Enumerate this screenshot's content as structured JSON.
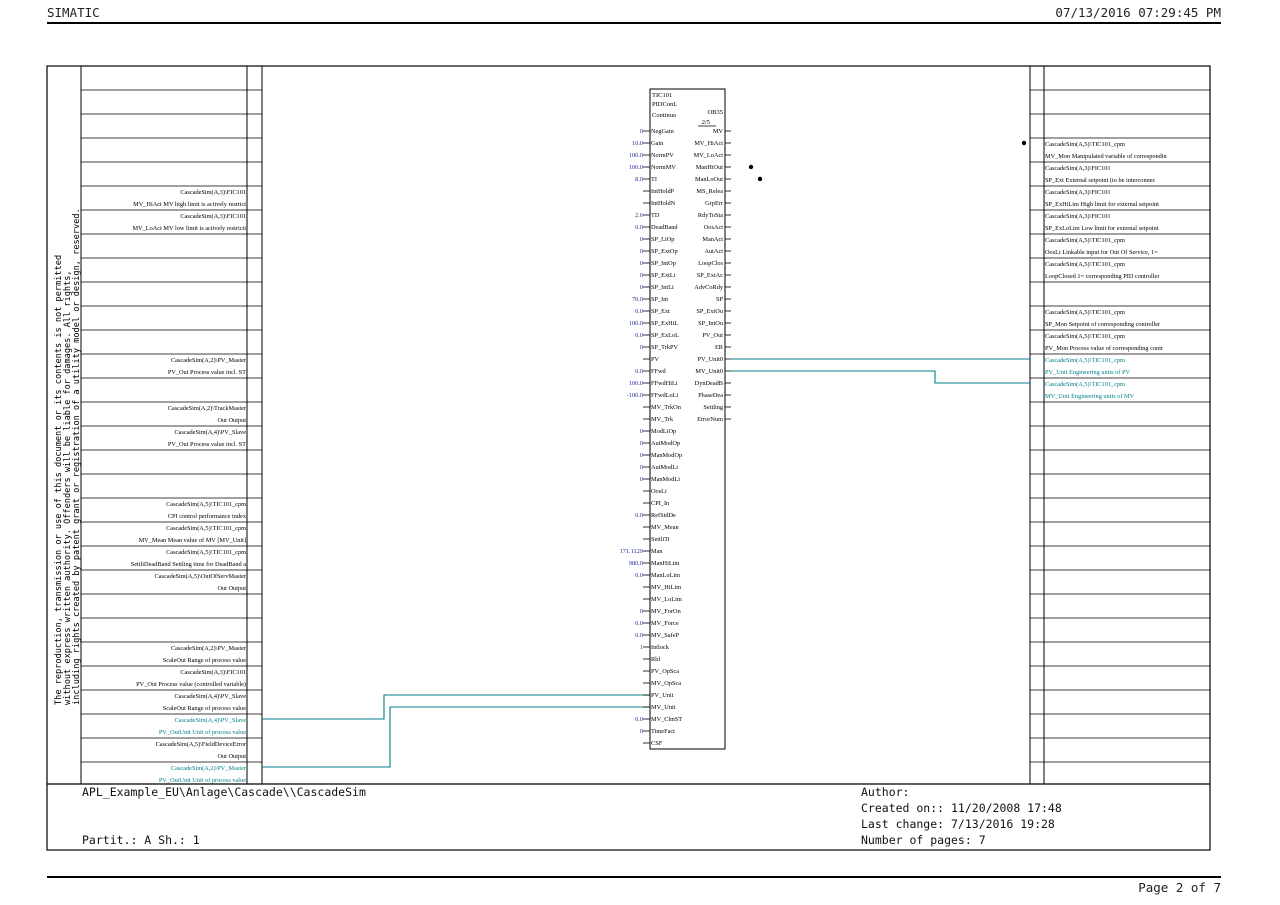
{
  "header": {
    "left": "SIMATIC",
    "right": "07/13/2016 07:29:45 PM"
  },
  "disclaimer": [
    "The reproduction, transmission or use of this document or its contents is not permitted",
    "without express written authority. Offenders will be liable for damages. All rights,",
    "including rights created by patent grant or registration of a utility model or design, reserved."
  ],
  "block": {
    "name": "TIC101",
    "type": "PIDConL",
    "comment": "Continuo",
    "ob": "OB35",
    "run_seq": "2/5",
    "inputs": [
      {
        "pin": "NegGain",
        "value": "0"
      },
      {
        "pin": "Gain",
        "value": "10.0"
      },
      {
        "pin": "NormPV",
        "value": "100.0"
      },
      {
        "pin": "NormMV",
        "value": "100.0"
      },
      {
        "pin": "TI",
        "value": "8.0"
      },
      {
        "pin": "IntHoldP",
        "value": ""
      },
      {
        "pin": "IntHoldN",
        "value": ""
      },
      {
        "pin": "TD",
        "value": "2.6"
      },
      {
        "pin": "DeadBand",
        "value": "0.0"
      },
      {
        "pin": "SP_LiOp",
        "value": "0"
      },
      {
        "pin": "SP_ExtOp",
        "value": "0"
      },
      {
        "pin": "SP_IntOp",
        "value": "0"
      },
      {
        "pin": "SP_ExtLi",
        "value": "0"
      },
      {
        "pin": "SP_IntLi",
        "value": "0"
      },
      {
        "pin": "SP_Int",
        "value": "70.0"
      },
      {
        "pin": "SP_Ext",
        "value": "0.0"
      },
      {
        "pin": "SP_ExHiL",
        "value": "100.0"
      },
      {
        "pin": "SP_ExLoL",
        "value": "0.0"
      },
      {
        "pin": "SP_TrkPV",
        "value": "0"
      },
      {
        "pin": "PV",
        "value": ""
      },
      {
        "pin": "FFwd",
        "value": "0.0"
      },
      {
        "pin": "FFwdHiLi",
        "value": "100.0"
      },
      {
        "pin": "FFwdLoLi",
        "value": "-100.0"
      },
      {
        "pin": "MV_TrkOn",
        "value": ""
      },
      {
        "pin": "MV_Trk",
        "value": ""
      },
      {
        "pin": "ModLiOp",
        "value": "0"
      },
      {
        "pin": "AutModOp",
        "value": "0"
      },
      {
        "pin": "ManModOp",
        "value": "0"
      },
      {
        "pin": "AutModLi",
        "value": "0"
      },
      {
        "pin": "ManModLi",
        "value": "0"
      },
      {
        "pin": "OosLi",
        "value": ""
      },
      {
        "pin": "CPI_In",
        "value": ""
      },
      {
        "pin": "RefStdDe",
        "value": "0.0"
      },
      {
        "pin": "MV_Mean",
        "value": ""
      },
      {
        "pin": "SettliTi",
        "value": ""
      },
      {
        "pin": "Man",
        "value": "171.1129"
      },
      {
        "pin": "ManHiLim",
        "value": "980.0"
      },
      {
        "pin": "ManLoLim",
        "value": "0.0"
      },
      {
        "pin": "MV_HiLim",
        "value": ""
      },
      {
        "pin": "MV_LoLim",
        "value": ""
      },
      {
        "pin": "MV_ForOn",
        "value": "0"
      },
      {
        "pin": "MV_Force",
        "value": "0.0"
      },
      {
        "pin": "MV_SafeP",
        "value": "0.0"
      },
      {
        "pin": "Intlock",
        "value": "1"
      },
      {
        "pin": "Rbl",
        "value": ""
      },
      {
        "pin": "PV_OpSca",
        "value": ""
      },
      {
        "pin": "MV_OpSca",
        "value": ""
      },
      {
        "pin": "PV_Unit",
        "value": ""
      },
      {
        "pin": "MV_Unit",
        "value": ""
      },
      {
        "pin": "MV_ChnST",
        "value": "0.0"
      },
      {
        "pin": "TimeFact",
        "value": "0"
      },
      {
        "pin": "CSF",
        "value": ""
      }
    ],
    "outputs": [
      "MV",
      "MV_HiAct",
      "MV_LoAct",
      "ManHiOut",
      "ManLoOut",
      "MS_Relea",
      "GrpErr",
      "RdyToSta",
      "OosAct",
      "ManAct",
      "AutAct",
      "LoopClos",
      "SP_ExtAc",
      "AdvCoRdy",
      "SP",
      "SP_ExtOu",
      "SP_IntOu",
      "PV_Out",
      "ER",
      "PV_Unit0",
      "MV_Unit0",
      "DynDeadB",
      "PhaseDea",
      "Settling",
      "ErrorNum"
    ]
  },
  "left_refs": [
    {
      "line1": "CascadeSim(A,3)\\FIC101",
      "line2": "MV_HiAct MV high limit is actively restrict",
      "teal": false
    },
    {
      "line1": "CascadeSim(A,3)\\FIC101",
      "line2": "MV_LoAct MV low limit is actively restricti",
      "teal": false
    },
    {
      "line1": "CascadeSim(A,2)\\PV_Master",
      "line2": "PV_Out Process value incl. ST",
      "teal": false
    },
    {
      "line1": "CascadeSim(A,2)\\TrackMaster",
      "line2": "Out Output",
      "teal": false
    },
    {
      "line1": "CascadeSim(A,4)\\PV_Slave",
      "line2": "PV_Out Process value incl. ST",
      "teal": false
    },
    {
      "line1": "CascadeSim(A,5)\\TIC101_cpm",
      "line2": "CPI control performance index",
      "teal": false
    },
    {
      "line1": "CascadeSim(A,5)\\TIC101_cpm",
      "line2": "MV_Mean Mean value of MV [MV_Unit]",
      "teal": false
    },
    {
      "line1": "CascadeSim(A,5)\\TIC101_cpm",
      "line2": "SettliDeadBand Settling time for DeadBand a",
      "teal": false
    },
    {
      "line1": "CascadeSim(A,5)\\OutOfServMaster",
      "line2": "Out Output",
      "teal": false
    },
    {
      "line1": "CascadeSim(A,2)\\PV_Master",
      "line2": "ScaleOut Range of process value",
      "teal": false
    },
    {
      "line1": "CascadeSim(A,3)\\FIC101",
      "line2": "PV_Out Process value (controlled variable)",
      "teal": false
    },
    {
      "line1": "CascadeSim(A,4)\\PV_Slave",
      "line2": "ScaleOut Range of process value",
      "teal": false
    },
    {
      "line1": "CascadeSim(A,4)\\PV_Slave",
      "line2": "PV_OutUnit Unit of process value",
      "teal": true
    },
    {
      "line1": "CascadeSim(A,5)\\FieldDeviceError",
      "line2": "Out Output",
      "teal": false
    },
    {
      "line1": "CascadeSim(A,2)\\PV_Master",
      "line2": "PV_OutUnit Unit of process value",
      "teal": true
    }
  ],
  "right_refs": [
    {
      "line1": "CascadeSim(A,5)\\TIC101_cpm",
      "line2": "MV_Mon Manipulated variable of correspondin",
      "teal": false
    },
    {
      "line1": "CascadeSim(A,3)\\FIC101",
      "line2": "SP_Ext External setpoint (to be interconnec",
      "teal": false
    },
    {
      "line1": "CascadeSim(A,3)\\FIC101",
      "line2": "SP_ExHiLim High limit for external setpoint",
      "teal": false
    },
    {
      "line1": "CascadeSim(A,3)\\FIC101",
      "line2": "SP_ExLoLim Low limit for external setpoint",
      "teal": false
    },
    {
      "line1": "CascadeSim(A,5)\\TIC101_cpm",
      "line2": "OosLi Linkable input for Out Of Service, 1=",
      "teal": false
    },
    {
      "line1": "CascadeSim(A,5)\\TIC101_cpm",
      "line2": "LoopClosed 1= corresponding PID controller",
      "teal": false
    },
    {
      "line1": "CascadeSim(A,5)\\TIC101_cpm",
      "line2": "SP_Mon Setpoint of corresponding controller",
      "teal": false
    },
    {
      "line1": "CascadeSim(A,5)\\TIC101_cpm",
      "line2": "PV_Mon Process value of corresponding contr",
      "teal": false
    },
    {
      "line1": "CascadeSim(A,5)\\TIC101_cpm",
      "line2": "PV_Unit Engineering units of PV",
      "teal": true
    },
    {
      "line1": "CascadeSim(A,5)\\TIC101_cpm",
      "line2": "MV_Unit Engineering units of MV",
      "teal": true
    }
  ],
  "footer": {
    "path": "APL_Example_EU\\Anlage\\Cascade\\\\CascadeSim",
    "partition": "Partit.: A   Sh.: 1",
    "author": "Author:",
    "created": "Created on:: 11/20/2008 17:48",
    "changed": "Last change: 7/13/2016 19:28",
    "pages": "Number of pages: 7",
    "page": "Page 2 of 7"
  },
  "colors": {
    "teal": "#00808a",
    "value": "#1f2f9c",
    "line": "#000000"
  }
}
